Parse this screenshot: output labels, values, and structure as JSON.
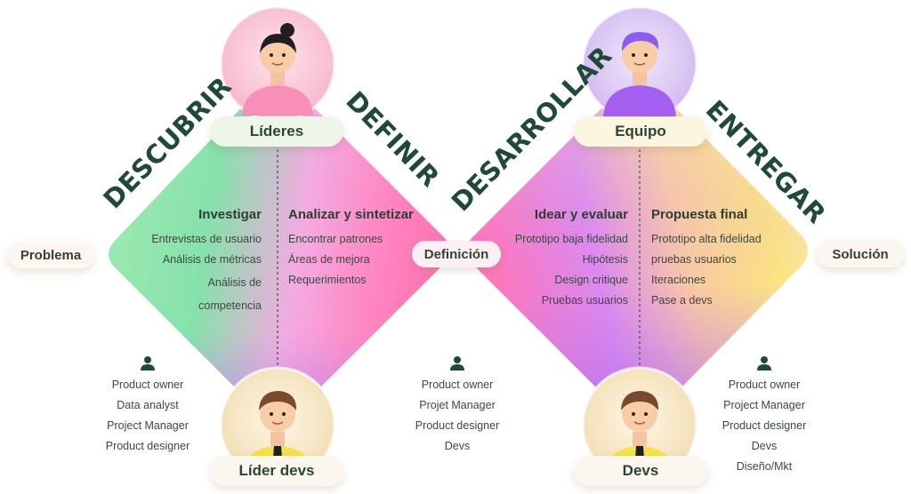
{
  "endpoints": {
    "start": "Problema",
    "middle": "Definición",
    "end": "Solución"
  },
  "phases": {
    "discover": "DESCUBRIR",
    "define": "DEFINIR",
    "develop": "DESARROLLAR",
    "deliver": "ENTREGAR"
  },
  "avatars": {
    "leaders": "Líderes",
    "team": "Equipo",
    "dev_lead": "Líder devs",
    "devs": "Devs"
  },
  "columns": {
    "investigate": {
      "title": "Investigar",
      "items": [
        "Entrevistas de usuario",
        "Análisis de métricas",
        "Análisis de",
        "competencia"
      ]
    },
    "analyze": {
      "title": "Analizar y sintetizar",
      "items": [
        "Encontrar patrones",
        "Áreas de mejora",
        "Requerimientos"
      ]
    },
    "ideate": {
      "title": "Idear y evaluar",
      "items": [
        "Prototipo baja fidelidad",
        "Hipótesis",
        "Design critique",
        "Pruebas usuarios"
      ]
    },
    "final": {
      "title": "Propuesta final",
      "items": [
        "Prototipo alta fidelidad",
        "pruebas usuarios",
        "Iteraciones",
        "Pase a devs"
      ]
    }
  },
  "roles": {
    "left": [
      "Product owner",
      "Data analyst",
      "Project Manager",
      "Product designer"
    ],
    "center": [
      "Product owner",
      "Projet Manager",
      "Product designer",
      "Devs"
    ],
    "right": [
      "Product owner",
      "Project Manager",
      "Product designer",
      "Devs",
      "Diseño/Mkt"
    ]
  },
  "icons": {
    "person": "person-icon"
  },
  "colors": {
    "green": "#7fe0a6",
    "pink": "#ff8fc7",
    "purple": "#c98bf2",
    "yellow": "#fbe27a",
    "text_dark": "#1f4a3a"
  }
}
